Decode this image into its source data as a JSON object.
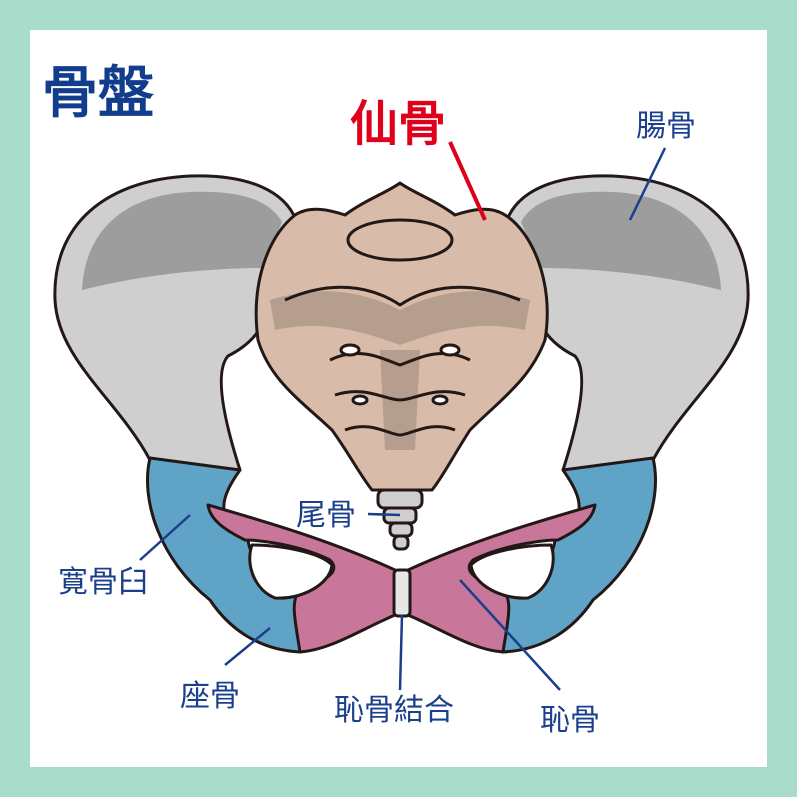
{
  "title": "骨盤",
  "highlight_label": "仙骨",
  "labels": {
    "ilium": "腸骨",
    "coccyx": "尾骨",
    "acetabulum": "寛骨臼",
    "ischium": "座骨",
    "pubic_symphysis": "恥骨結合",
    "pubis": "恥骨"
  },
  "colors": {
    "border": "#a9dccb",
    "title": "#123d8d",
    "highlight": "#e0001b",
    "label": "#1b3f8b",
    "bone": "#c9c9c9",
    "bone_dark": "#9a9a9a",
    "sacrum": "#d8bba8",
    "acetabulum": "#5fa4c6",
    "pubis": "#c8779a"
  }
}
